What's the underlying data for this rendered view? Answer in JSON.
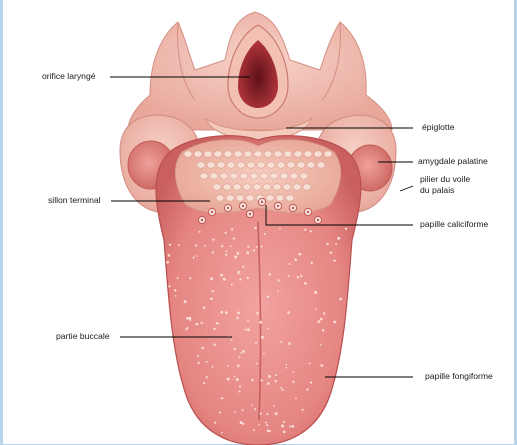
{
  "labels": {
    "orifice_larynge": "orifice laryngé",
    "epiglotte": "épiglotte",
    "amygdale_palatine": "amygdale palatine",
    "pilier_voile_palais": "pilier du voile du palais",
    "sillon_terminal": "sillon terminal",
    "papille_caliciforme": "papille caliciforme",
    "partie_buccale": "partie buccale",
    "papille_fongiforme": "papille fongiforme"
  },
  "colors": {
    "tongue": "#e98a87",
    "tongue_dark": "#c95d5e",
    "pharynx": "#f1b9ad",
    "tonsil": "#e4857f",
    "throat": "#8f1f27",
    "border": "#b9d3ea"
  }
}
